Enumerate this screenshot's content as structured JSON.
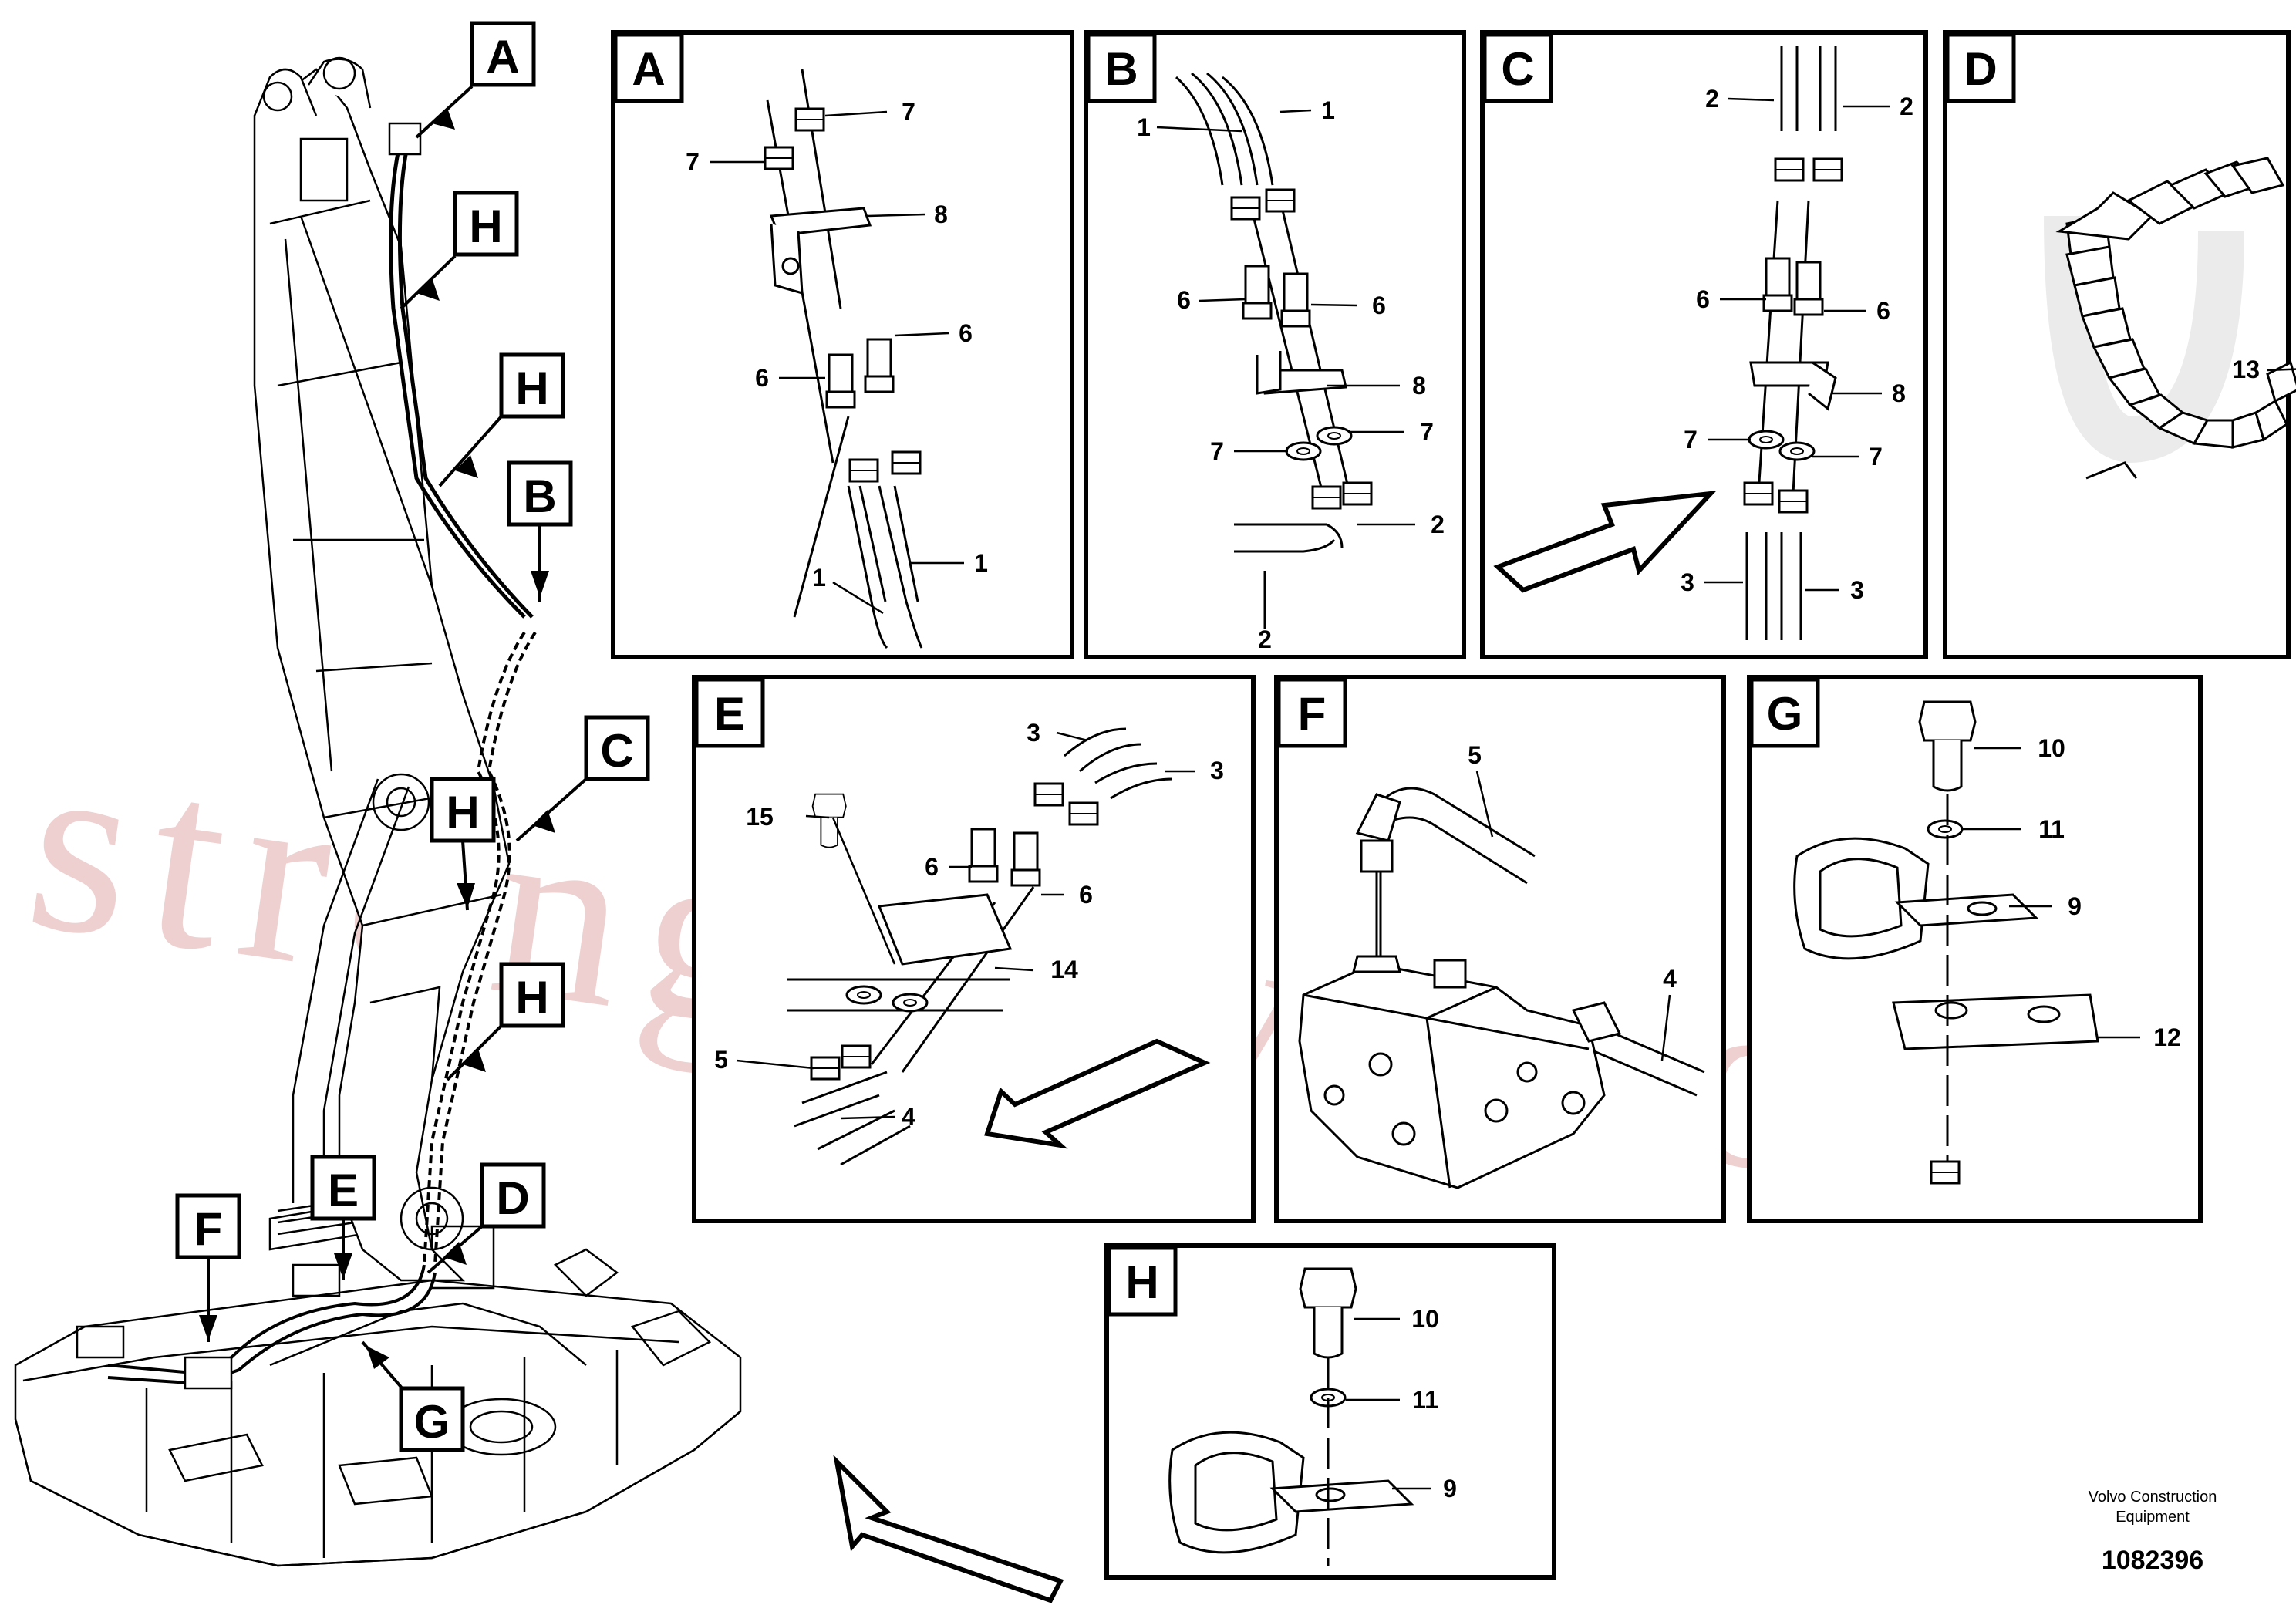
{
  "callout_letters": [
    "A",
    "H",
    "H",
    "B",
    "C",
    "H",
    "H",
    "D",
    "E",
    "F",
    "G"
  ],
  "panels": {
    "A": {
      "letter": "A",
      "labels": [
        "7",
        "7",
        "8",
        "6",
        "6",
        "1",
        "1"
      ]
    },
    "B": {
      "letter": "B",
      "labels": [
        "1",
        "1",
        "6",
        "6",
        "8",
        "7",
        "7",
        "2",
        "2"
      ]
    },
    "C": {
      "letter": "C",
      "labels": [
        "2",
        "2",
        "6",
        "6",
        "8",
        "7",
        "7",
        "3",
        "3"
      ]
    },
    "D": {
      "letter": "D",
      "labels": [
        "13"
      ]
    },
    "E": {
      "letter": "E",
      "labels": [
        "3",
        "3",
        "15",
        "6",
        "6",
        "14",
        "5",
        "4"
      ]
    },
    "F": {
      "letter": "F",
      "labels": [
        "5",
        "4"
      ]
    },
    "G": {
      "letter": "G",
      "labels": [
        "10",
        "11",
        "9",
        "12"
      ]
    },
    "H": {
      "letter": "H",
      "labels": [
        "10",
        "11",
        "9"
      ]
    }
  },
  "watermark": "strongvolvo.com",
  "footer": {
    "company_line1": "Volvo Construction",
    "company_line2": "Equipment",
    "drawing_number": "1082396"
  }
}
